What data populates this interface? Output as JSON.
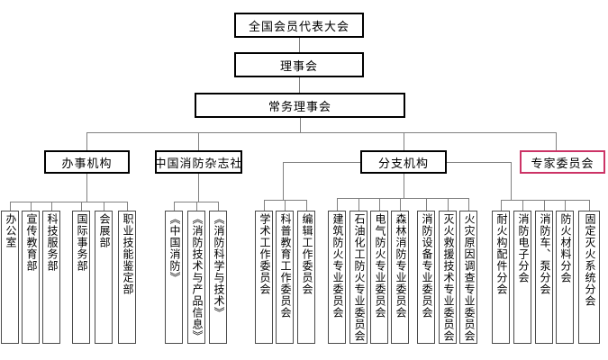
{
  "org": {
    "root": "全国会员代表大会",
    "council": "理事会",
    "standing": "常务理事会",
    "offices": {
      "label": "办事机构",
      "children": [
        "办公室",
        "宣传教育部",
        "科技服务部",
        "国际事务部",
        "会展部",
        "职业技能鉴定部"
      ]
    },
    "magazine": {
      "label": "中国消防杂志社",
      "children": [
        "《中国消防》",
        "《消防技术与产品信息》",
        "《消防科学与技术》"
      ]
    },
    "branches": {
      "label": "分支机构",
      "work_committees": [
        "学术工作委员会",
        "科普教育工作委员会",
        "编辑工作委员会"
      ],
      "professional_committees": [
        "建筑防火专业委员会",
        "石油化工防火专业委员会",
        "电气防火专业委员会",
        "森林消防专业委员会",
        "消防设备专业委员会",
        "灭火救援技术专业委员会",
        "火灾原因调查专业委员会"
      ],
      "branch_associations": [
        "耐火构配件分会",
        "消防电子分会",
        "消防车、泵分会",
        "防火材料分会",
        "固定灭火系统分会"
      ]
    },
    "expert": {
      "label": "专家委员会"
    }
  },
  "colors": {
    "background": "#ffffff",
    "connector": "#808080",
    "node_border": "#000000",
    "expert_border": "#cc3366",
    "text": "#000000"
  }
}
